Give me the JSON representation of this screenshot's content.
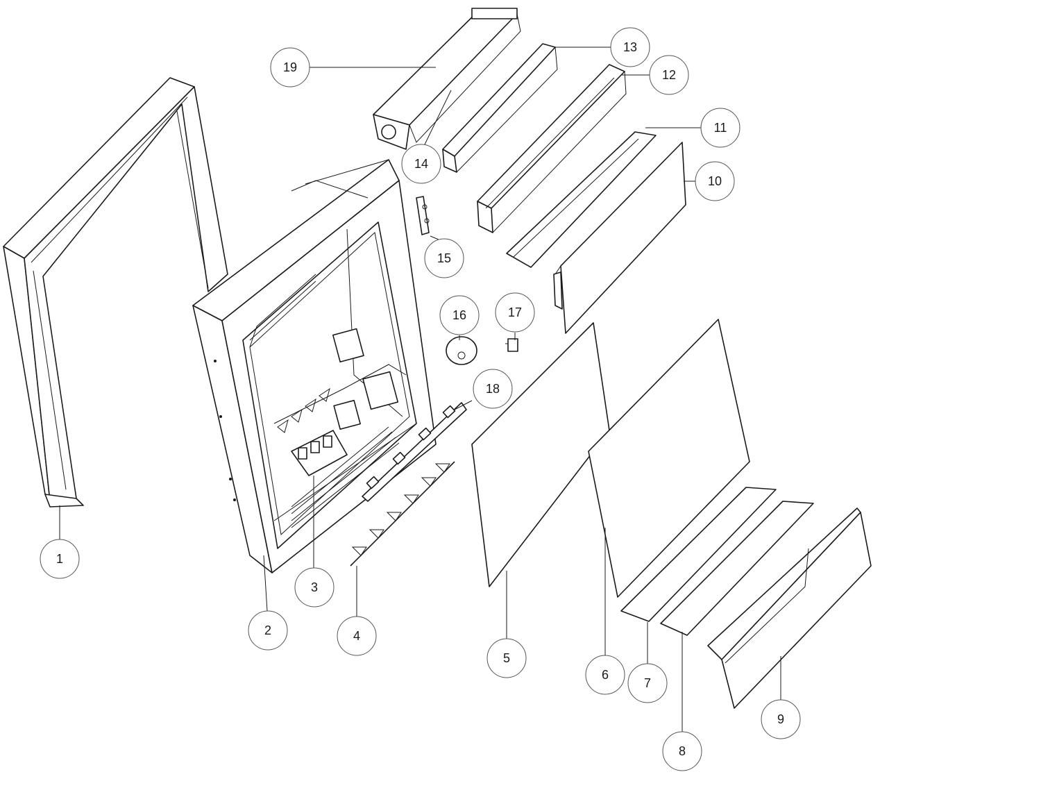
{
  "diagram": {
    "colors": {
      "line": "#1a1a1a",
      "circle": "#555555",
      "background": "#ffffff"
    },
    "callouts": [
      {
        "id": "c1",
        "label": "1"
      },
      {
        "id": "c2",
        "label": "2"
      },
      {
        "id": "c3",
        "label": "3"
      },
      {
        "id": "c4",
        "label": "4"
      },
      {
        "id": "c5",
        "label": "5"
      },
      {
        "id": "c6",
        "label": "6"
      },
      {
        "id": "c7",
        "label": "7"
      },
      {
        "id": "c8",
        "label": "8"
      },
      {
        "id": "c9",
        "label": "9"
      },
      {
        "id": "c10",
        "label": "10"
      },
      {
        "id": "c11",
        "label": "11"
      },
      {
        "id": "c12",
        "label": "12"
      },
      {
        "id": "c13",
        "label": "13"
      },
      {
        "id": "c14",
        "label": "14"
      },
      {
        "id": "c15",
        "label": "15"
      },
      {
        "id": "c16",
        "label": "16"
      },
      {
        "id": "c17",
        "label": "17"
      },
      {
        "id": "c18",
        "label": "18"
      },
      {
        "id": "c19",
        "label": "19"
      }
    ]
  }
}
